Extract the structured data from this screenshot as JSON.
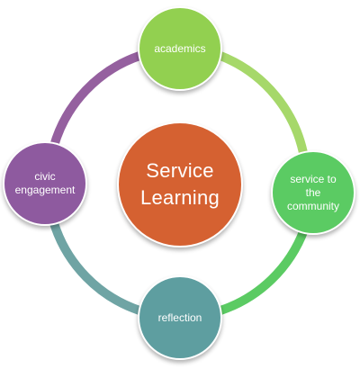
{
  "diagram": {
    "center": {
      "label_line1": "Service",
      "label_line2": "Learning",
      "color": "#D56131"
    },
    "nodes": {
      "academics": {
        "label": "academics",
        "color": "#92D050"
      },
      "service": {
        "label_lines": [
          "service to",
          "the",
          "community"
        ],
        "color": "#5BCB63"
      },
      "reflection": {
        "label": "reflection",
        "color": "#5E9EA0"
      },
      "civic": {
        "label_lines": [
          "civic",
          "engagement"
        ],
        "color": "#8E5A9F"
      }
    },
    "ring_colors": {
      "top_right": "#A6D86A",
      "bottom_right": "#5BCB63",
      "bottom_left": "#6FA4A4",
      "top_left": "#95609F"
    }
  }
}
